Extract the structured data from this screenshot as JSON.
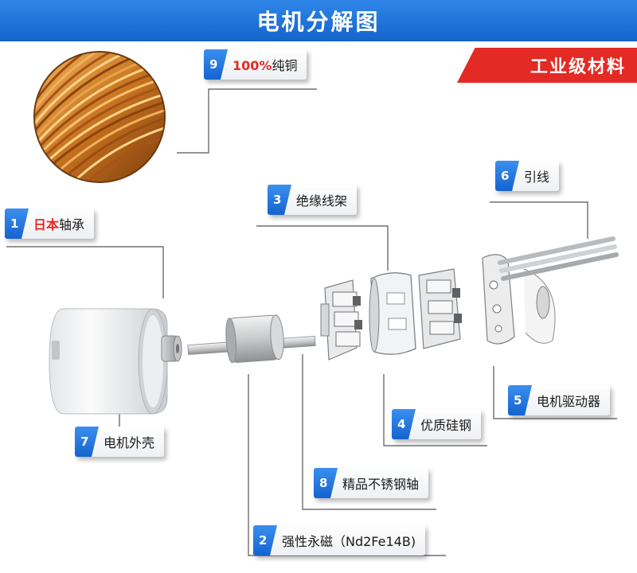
{
  "header": {
    "title": "电机分解图"
  },
  "tag": {
    "text": "工业级材料"
  },
  "labels": [
    {
      "number": "1",
      "highlight": "日本",
      "text": "轴承"
    },
    {
      "number": "2",
      "highlight": "",
      "text": "强性永磁（Nd2Fe14B)"
    },
    {
      "number": "3",
      "highlight": "",
      "text": "绝缘线架"
    },
    {
      "number": "4",
      "highlight": "",
      "text": "优质硅钢"
    },
    {
      "number": "5",
      "highlight": "",
      "text": "电机驱动器"
    },
    {
      "number": "6",
      "highlight": "",
      "text": "引线"
    },
    {
      "number": "7",
      "highlight": "",
      "text": "电机外壳"
    },
    {
      "number": "8",
      "highlight": "",
      "text": "精品不锈钢轴"
    },
    {
      "number": "9",
      "highlight": "100%",
      "text": "纯铜"
    }
  ],
  "colors": {
    "accent_blue": "#1a6fdc",
    "accent_red": "#e32a24",
    "copper": "#c8741f"
  },
  "icons": [
    "copper-coil-photo",
    "motor-housing",
    "bearing",
    "rotor-shaft",
    "insulation-frame",
    "silicon-steel-stator",
    "driver-board",
    "lead-wires"
  ]
}
